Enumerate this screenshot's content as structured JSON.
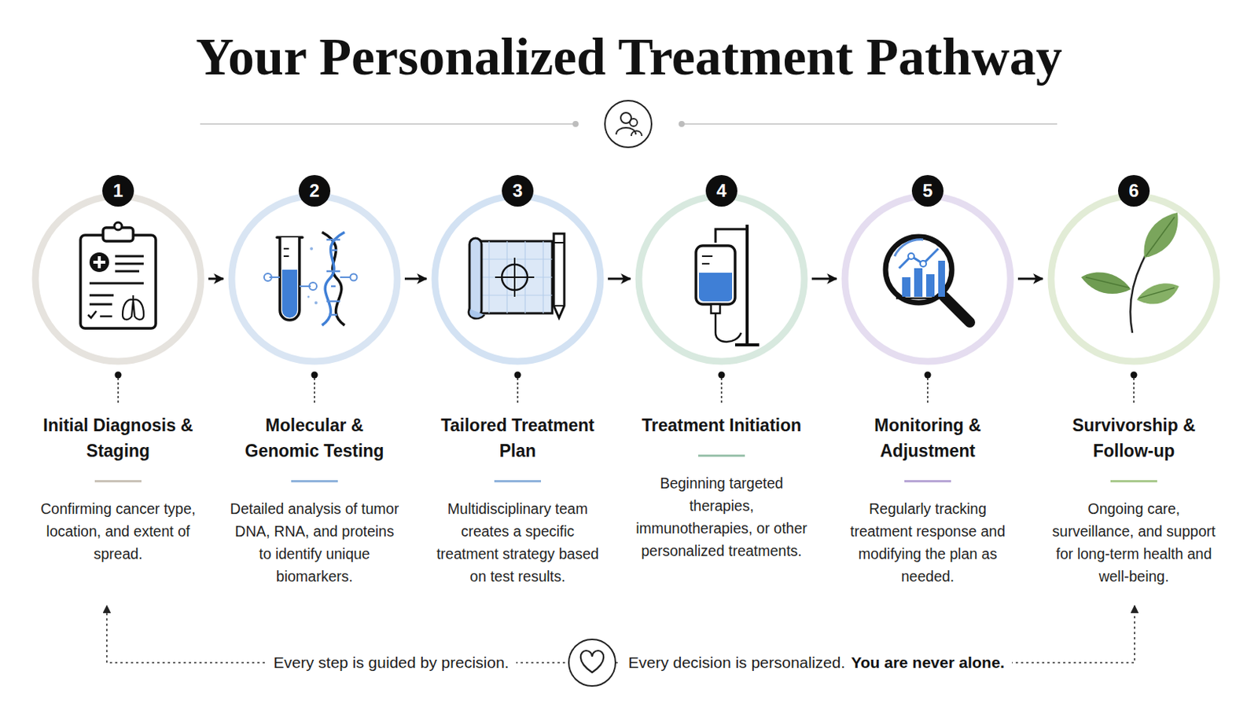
{
  "diagram": {
    "title": "Your Personalized Treatment Pathway",
    "nodes": [
      {
        "text": [
          "Initial Diagnosis & Staging",
          "Confirming cancer type, location, and extent of spread."
        ]
      },
      {
        "text": [
          "Molecular & Genomic Testing",
          "Detailed analysis of tumor DNA, RNA, and proteins to identify unique biomarkers."
        ]
      },
      {
        "text": [
          "Tailored Treatment Plan",
          "Multidisciplinary team creates a specific treatment strategy based on test results."
        ]
      },
      {
        "text": [
          "Treatment Initiation",
          "Beginning targeted therapies, immunotherapies, or other personalized treatments."
        ]
      },
      {
        "text": [
          "Monitoring & Adjustment",
          "Regularly tracking treatment response and modifying the plan as needed."
        ]
      },
      {
        "text": [
          "Survivorship & Follow-up",
          "Ongoing care, surveillance, and support for long-term health and well-being."
        ]
      }
    ],
    "edges": [
      {
        "from": 0,
        "to": 1,
        "arrow": "to"
      },
      {
        "from": 1,
        "to": 2,
        "arrow": "to"
      },
      {
        "from": 2,
        "to": 3,
        "arrow": "to"
      },
      {
        "from": 3,
        "to": 4,
        "arrow": "to"
      },
      {
        "from": 4,
        "to": 5,
        "arrow": "to"
      },
      {
        "from": 5,
        "to": 0,
        "arrow": "both"
      }
    ],
    "labels": [
      "1",
      "2",
      "3",
      "4",
      "5",
      "6",
      "Every step is guided by precision.",
      "Every decision is personalized.",
      "You are never alone."
    ]
  }
}
